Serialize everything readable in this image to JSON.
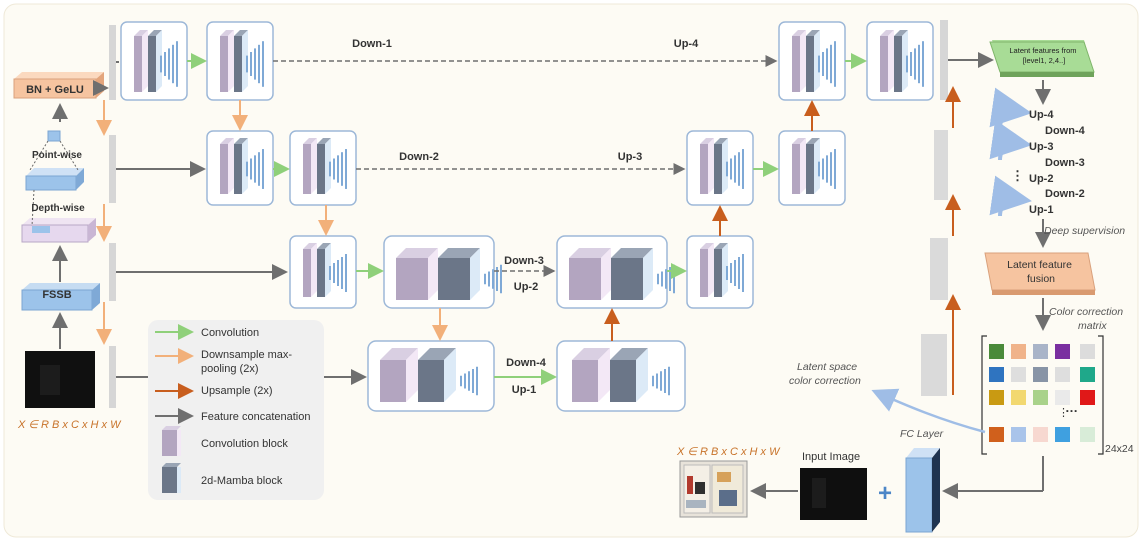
{
  "side": {
    "bn_gelu": "BN + GeLU",
    "point_wise": "Point-wise",
    "depth_wise": "Depth-wise",
    "fssb": "FSSB",
    "input_dims": "X ∈ R B x C x H x W"
  },
  "stages": {
    "down1": "Down-1",
    "up4": "Up-4",
    "down2": "Down-2",
    "up3": "Up-3",
    "down3": "Down-3",
    "up2": "Up-2",
    "down4": "Down-4",
    "up1": "Up-1"
  },
  "legend": {
    "convolution": "Convolution",
    "downsample": "Downsample max-pooling (2x)",
    "upsample": "Upsample (2x)",
    "concat": "Feature concatenation",
    "conv_block": "Convolution block",
    "mamba_block": "2d-Mamba block"
  },
  "right": {
    "latent_features": "Latent features from [level1, 2,4..]",
    "up4": "Up-4",
    "down4": "Down-4",
    "up3": "Up-3",
    "down3": "Down-3",
    "up2": "Up-2",
    "down2": "Down-2",
    "up1": "Up-1",
    "dots": "⋮",
    "deep_supervision": "Deep supervision",
    "latent_fusion": "Latent feature fusion",
    "ccm_label": "Color correction matrix",
    "latent_color_correction": "Latent space color correction",
    "matrix_size": "24x24",
    "fc_layer": "FC Layer",
    "input_image": "Input Image",
    "output_dims": "X ∈ R B x C x H x W",
    "plus": "+"
  },
  "colors": {
    "downsample": "#f2b07a",
    "upsample": "#c85e1e",
    "convolution": "#8fd07a",
    "concat": "#6f6f6f",
    "bn_box": "#f6c4a0",
    "fssb_box": "#9cc3ea",
    "latent_box": "#a8dc96"
  }
}
